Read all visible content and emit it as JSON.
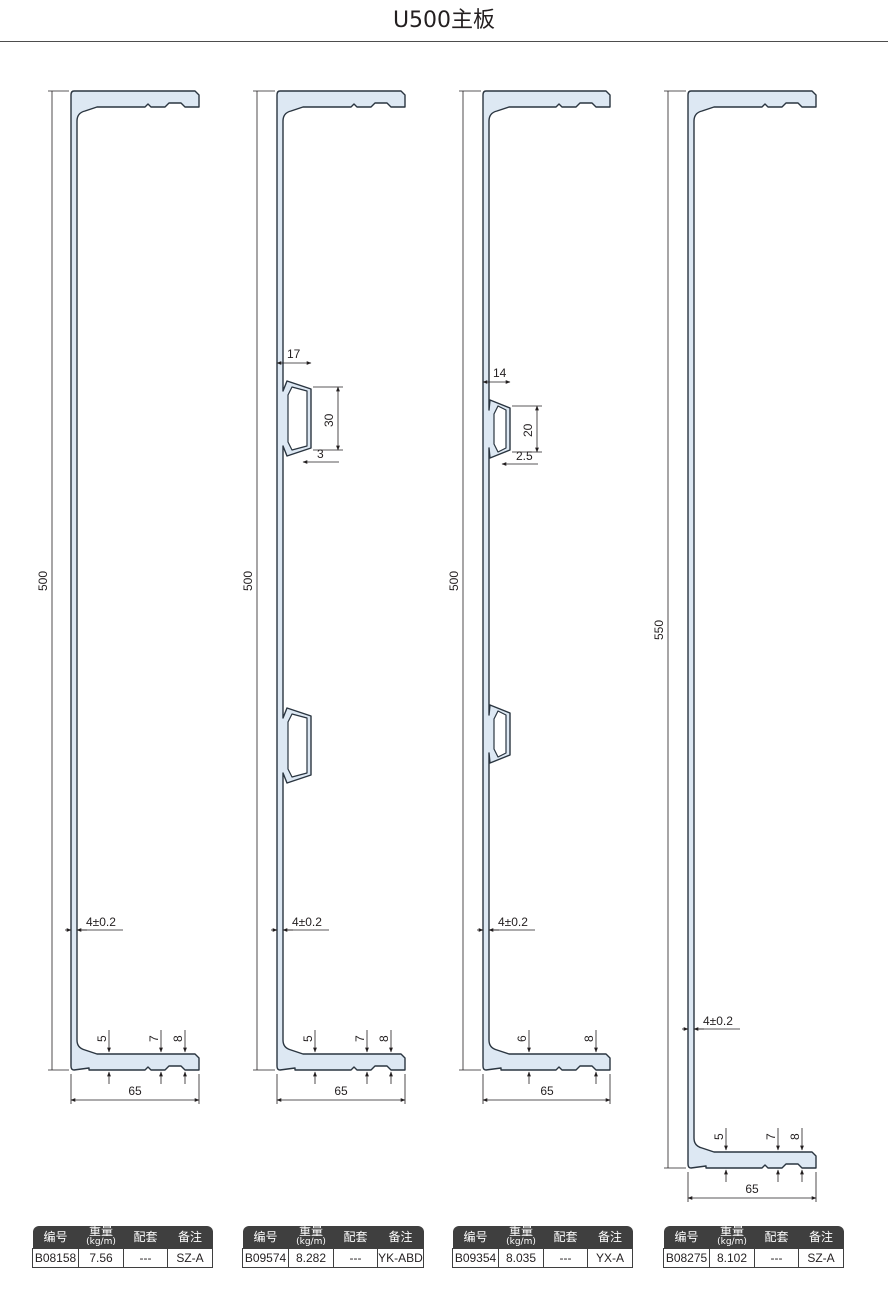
{
  "title": "U500主板",
  "table_headers": {
    "code": "编号",
    "weight": "重量",
    "weight_unit": "(kg/m)",
    "match": "配套",
    "note": "备注"
  },
  "profiles": [
    {
      "height": "500",
      "width": "65",
      "thickness": "4±0.2",
      "flange_dims": [
        "5",
        "7",
        "8"
      ],
      "stiffener": null,
      "spec": {
        "code": "B08158",
        "weight": "7.56",
        "match": "---",
        "note": "SZ-A"
      }
    },
    {
      "height": "500",
      "width": "65",
      "thickness": "4±0.2",
      "flange_dims": [
        "5",
        "7",
        "8"
      ],
      "stiffener": {
        "depth": "17",
        "height": "30",
        "wall": "3"
      },
      "spec": {
        "code": "B09574",
        "weight": "8.282",
        "match": "---",
        "note": "YK-ABD"
      }
    },
    {
      "height": "500",
      "width": "65",
      "thickness": "4±0.2",
      "flange_dims": [
        "6",
        "8"
      ],
      "stiffener": {
        "depth": "14",
        "height": "20",
        "wall": "2.5"
      },
      "spec": {
        "code": "B09354",
        "weight": "8.035",
        "match": "---",
        "note": "YX-A"
      }
    },
    {
      "height": "550",
      "width": "65",
      "thickness": "4±0.2",
      "flange_dims": [
        "5",
        "7",
        "8"
      ],
      "stiffener": null,
      "spec": {
        "code": "B08275",
        "weight": "8.102",
        "match": "---",
        "note": "SZ-A"
      }
    }
  ]
}
